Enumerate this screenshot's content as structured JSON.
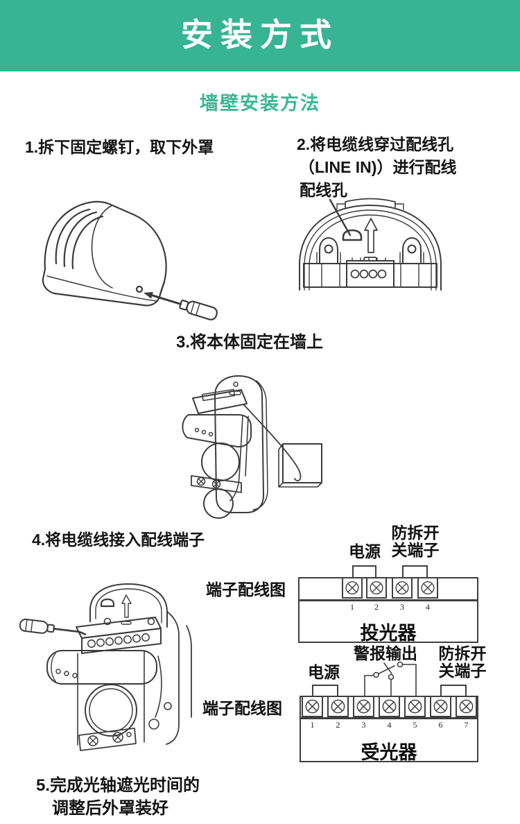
{
  "header": {
    "title": "安装方式",
    "accent_green": "#36b494"
  },
  "section": {
    "subtitle": "墙壁安装方法"
  },
  "steps": {
    "step1": "1.拆下固定螺钉，取下外罩",
    "step2_line1": "2.将电缆线穿过配线孔",
    "step2_line2": "（LINE IN)）进行配线",
    "step2_line3": "配线孔",
    "step3": "3.将本体固定在墙上",
    "step4": "4.将电缆线接入配线端子",
    "step5_line1": "5.完成光轴遮光时间的",
    "step5_line2": "调整后外罩装好"
  },
  "diagram1": {
    "caption": "端子配线图",
    "power_label": "电源",
    "tamper_label_line1": "防拆开",
    "tamper_label_line2": "关端子",
    "terminals": [
      "1",
      "2",
      "3",
      "4"
    ],
    "device_label": "投光器"
  },
  "diagram2": {
    "caption": "端子配线图",
    "power_label": "电源",
    "alarm_label": "警报输出",
    "tamper_label_line1": "防拆开",
    "tamper_label_line2": "关端子",
    "terminals": [
      "1",
      "2",
      "3",
      "4",
      "5",
      "6",
      "7"
    ],
    "device_label": "受光器"
  }
}
